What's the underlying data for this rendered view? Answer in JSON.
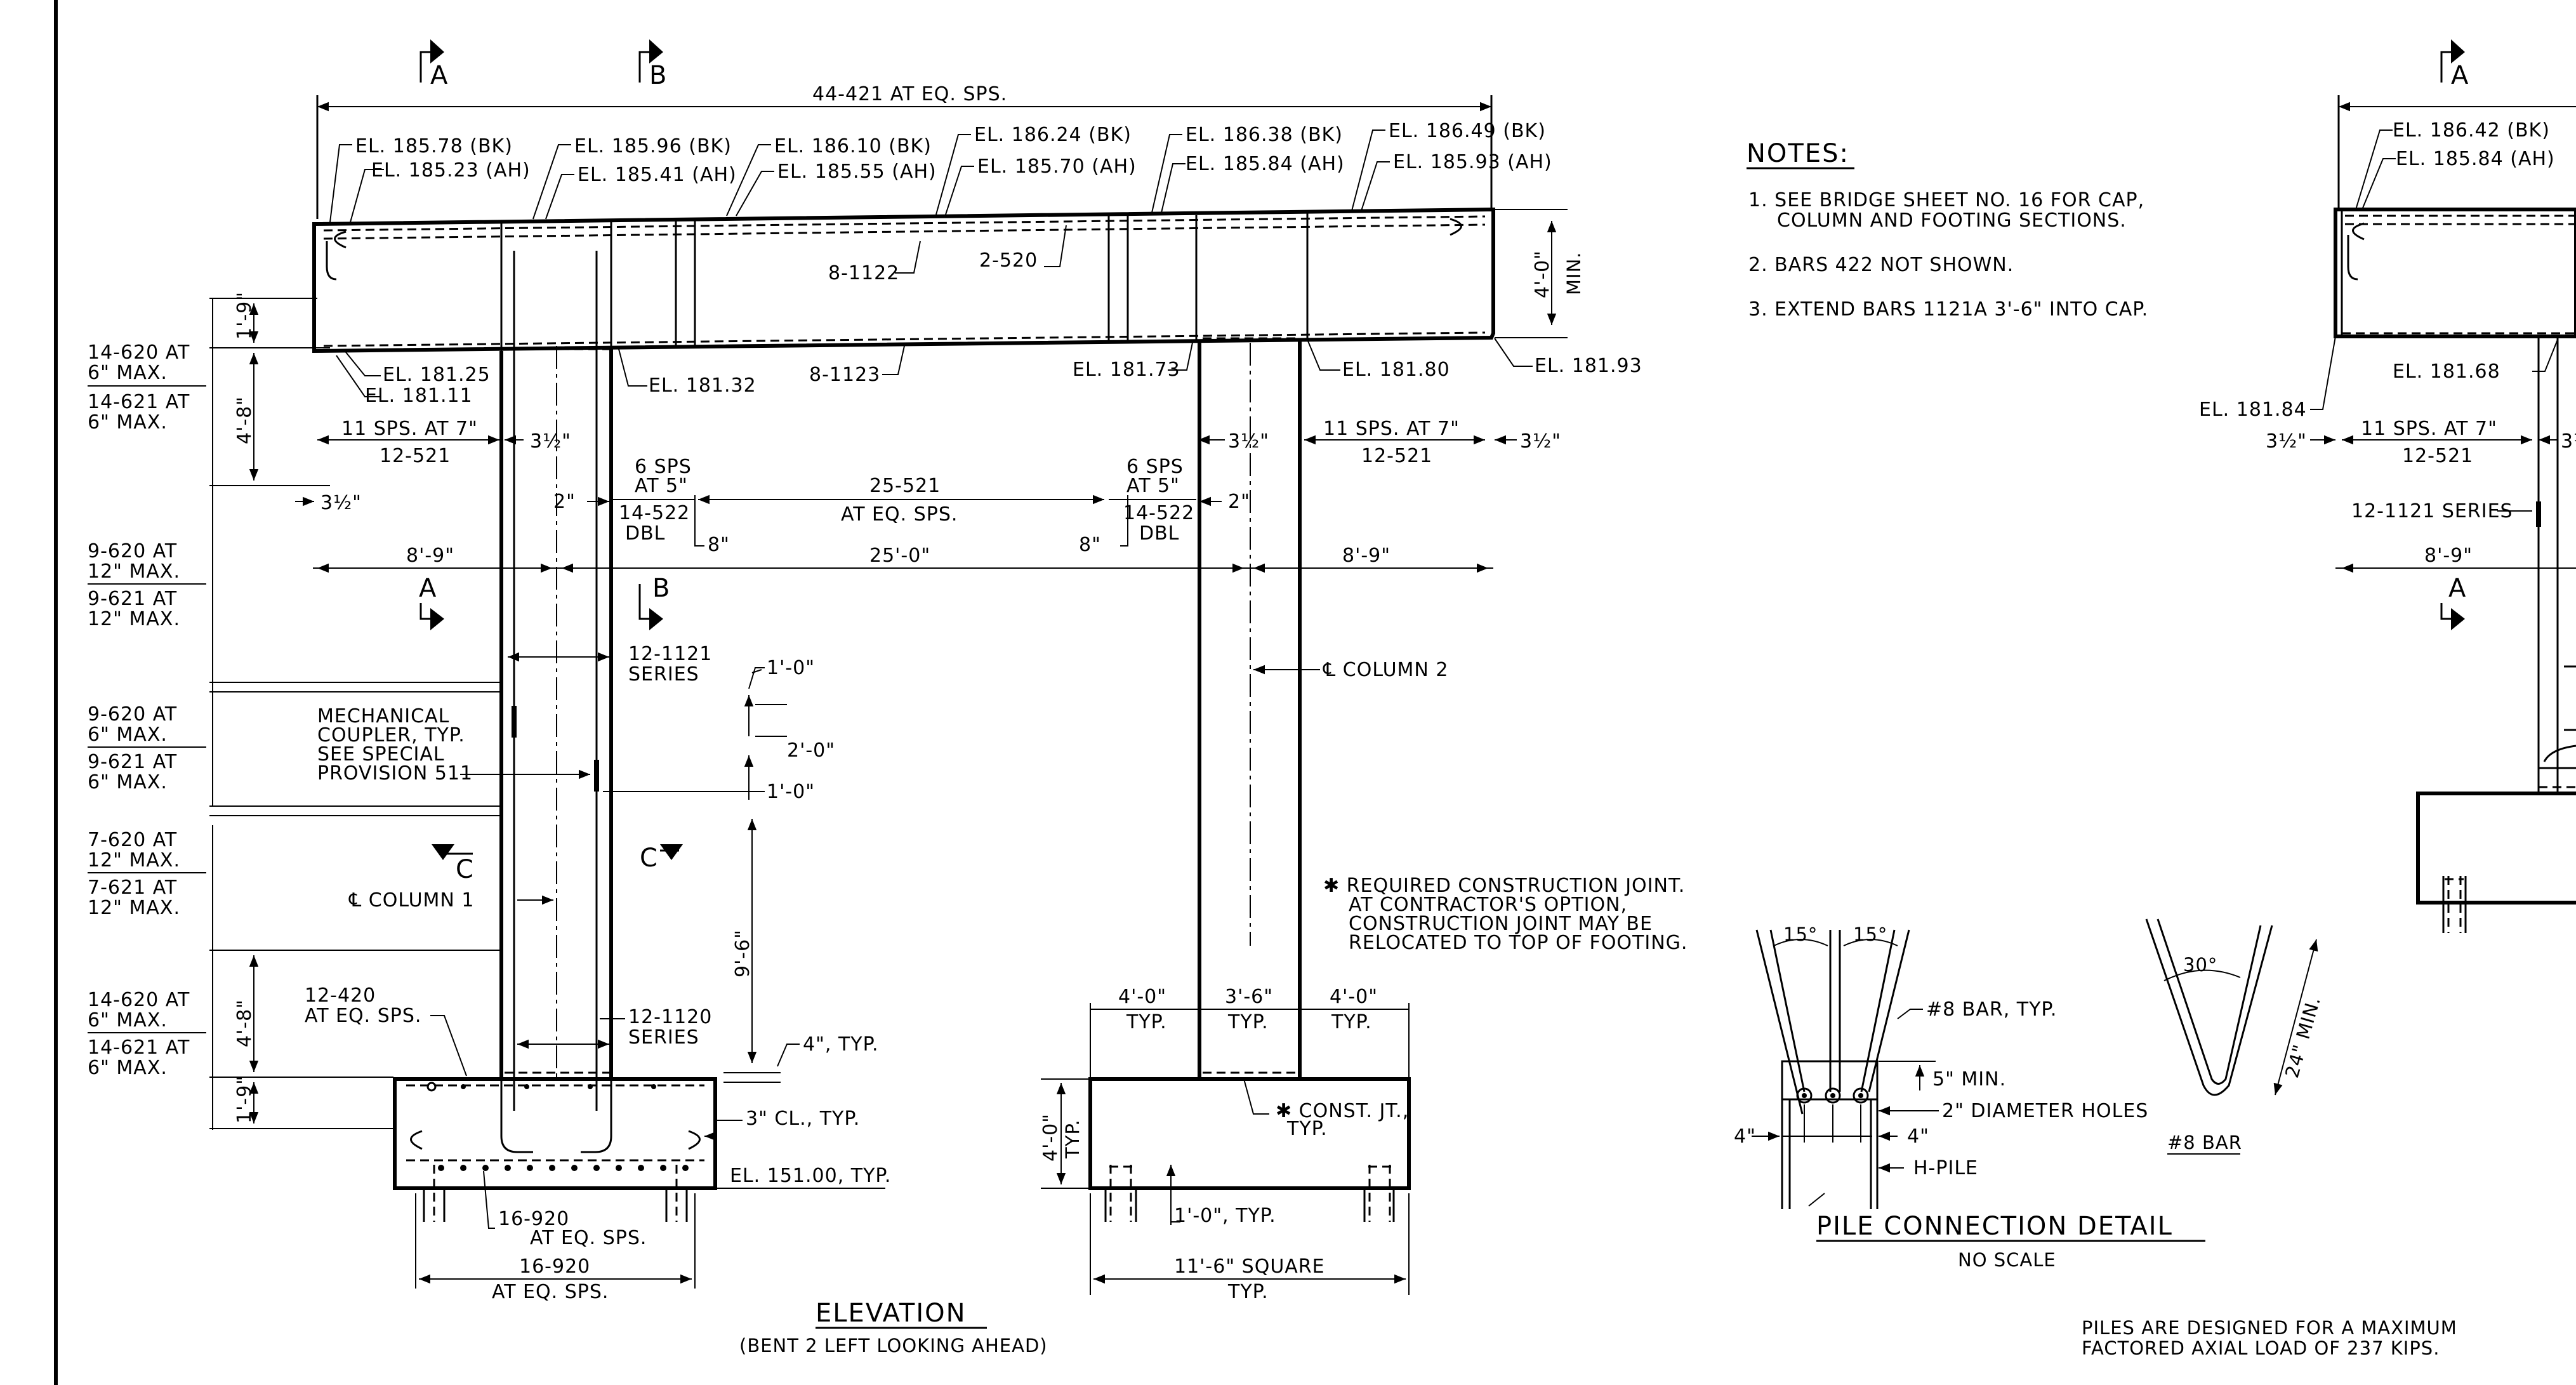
{
  "section_marks": {
    "a": "A",
    "b": "B",
    "c": "C"
  },
  "cap": {
    "top_dim": "44-421 AT EQ. SPS.",
    "elevations": [
      {
        "bk": "EL. 185.78 (BK)",
        "ah": "EL. 185.23 (AH)"
      },
      {
        "bk": "EL. 185.96 (BK)",
        "ah": "EL. 185.41 (AH)"
      },
      {
        "bk": "EL. 186.10 (BK)",
        "ah": "EL. 185.55 (AH)"
      },
      {
        "bk": "EL. 186.24 (BK)",
        "ah": "EL. 185.70 (AH)"
      },
      {
        "bk": "EL. 186.38 (BK)",
        "ah": "EL. 185.84 (AH)"
      },
      {
        "bk": "EL. 186.49 (BK)",
        "ah": "EL. 185.93 (AH)"
      }
    ],
    "bar_8_1122": "8-1122",
    "bar_2_520": "2-520",
    "bar_8_1123": "8-1123",
    "depth_main": "4'-0\"",
    "depth_min": "MIN.",
    "bottom_elevations": {
      "left_upper": "EL. 181.25",
      "left_lower": "EL. 181.11",
      "col1_right": "EL. 181.32",
      "col2_left": "EL. 181.73",
      "col2_right": "EL. 181.80",
      "right_end": "EL. 181.93"
    }
  },
  "left_bars": [
    {
      "a": "14-620 AT",
      "b": "6\" MAX."
    },
    {
      "a": "14-621 AT",
      "b": "6\" MAX."
    },
    {
      "a": "9-620 AT",
      "b": "12\" MAX."
    },
    {
      "a": "9-621 AT",
      "b": "12\" MAX."
    },
    {
      "a": "9-620 AT",
      "b": "6\" MAX."
    },
    {
      "a": "9-621 AT",
      "b": "6\" MAX."
    },
    {
      "a": "7-620 AT",
      "b": "12\" MAX."
    },
    {
      "a": "7-621 AT",
      "b": "12\" MAX."
    },
    {
      "a": "14-620 AT",
      "b": "6\" MAX."
    },
    {
      "a": "14-621 AT",
      "b": "6\" MAX."
    }
  ],
  "dims": {
    "d_1_9": "1'-9\"",
    "d_4_8": "4'-8\"",
    "sps_11_at_7": "11 SPS. AT 7\"",
    "bar_12_521": "12-521",
    "d_3_5": "3½\"",
    "d_2": "2\"",
    "sps_6": "6 SPS",
    "at_5": "AT 5\"",
    "bar_14_522": "14-522",
    "dbl": "DBL",
    "d_8": "8\"",
    "bar_25_521": "25-521",
    "at_eq_sps": "AT EQ. SPS.",
    "d_8_9": "8'-9\"",
    "d_25_0": "25'-0\"",
    "bar_12_1121": "12-1121",
    "series": "SERIES",
    "d_1_0": "1'-0\"",
    "d_2_0": "2'-0\"",
    "d_9_6": "9'-6\"",
    "bar_12_420": "12-420",
    "at_eq_sps_short": "AT EQ. SPS.",
    "bar_12_1120": "12-1120",
    "d_4_typ": "4\", TYP.",
    "cl_3": "3\" CL., TYP.",
    "el_151": "EL. 151.00, TYP.",
    "bar_16_920": "16-920",
    "col_cl1": "℄ COLUMN 1",
    "col_cl2": "℄ COLUMN 2",
    "coupler": [
      "MECHANICAL",
      "COUPLER, TYP.",
      "SEE SPECIAL",
      "PROVISION 511"
    ]
  },
  "footing": {
    "d_4_0": "4'-0\"",
    "d_3_6": "3'-6\"",
    "typ": "TYP.",
    "const_jt": "✱ CONST. JT.,",
    "d_1_0_typ": "1'-0\", TYP.",
    "square": "11'-6\" SQUARE",
    "depth": "4'-0\""
  },
  "elevation_title": "ELEVATION",
  "elevation_subtitle": "(BENT 2 LEFT LOOKING AHEAD)",
  "joint_note": [
    "✱ REQUIRED CONSTRUCTION JOINT.",
    "AT CONTRACTOR'S OPTION,",
    "CONSTRUCTION JOINT MAY BE",
    "RELOCATED TO TOP OF FOOTING."
  ],
  "notes": {
    "heading": "NOTES:",
    "items": [
      "1. SEE BRIDGE SHEET NO. 16 FOR CAP,",
      "COLUMN AND FOOTING SECTIONS.",
      "2. BARS 422 NOT SHOWN.",
      "3. EXTEND BARS 1121A 3'-6\" INTO CAP."
    ]
  },
  "pile_detail": {
    "angle": "15°",
    "bar_label": "#8 BAR, TYP.",
    "min5": "5\" MIN.",
    "holes": "2\" DIAMETER HOLES",
    "d4": "4\"",
    "hpile": "H-PILE",
    "title": "PILE CONNECTION DETAIL",
    "subtitle": "NO SCALE"
  },
  "bar_detail": {
    "angle": "30°",
    "min24": "24\" MIN.",
    "title": "#8 BAR"
  },
  "piles_note": [
    "PILES ARE DESIGNED FOR A MAXIMUM",
    "FACTORED AXIAL LOAD OF 237 KIPS."
  ],
  "right_partial": {
    "el_bk": "EL. 186.42 (BK)",
    "el_ah": "EL. 185.84 (AH)",
    "el_181_84": "EL. 181.84",
    "el_181_68": "EL. 181.68",
    "d_3_5": "3½\"",
    "sps": "11 SPS. AT 7\"",
    "bar_12_521": "12-521",
    "series": "12-1121 SERIES",
    "d_8_9": "8'-9\""
  }
}
